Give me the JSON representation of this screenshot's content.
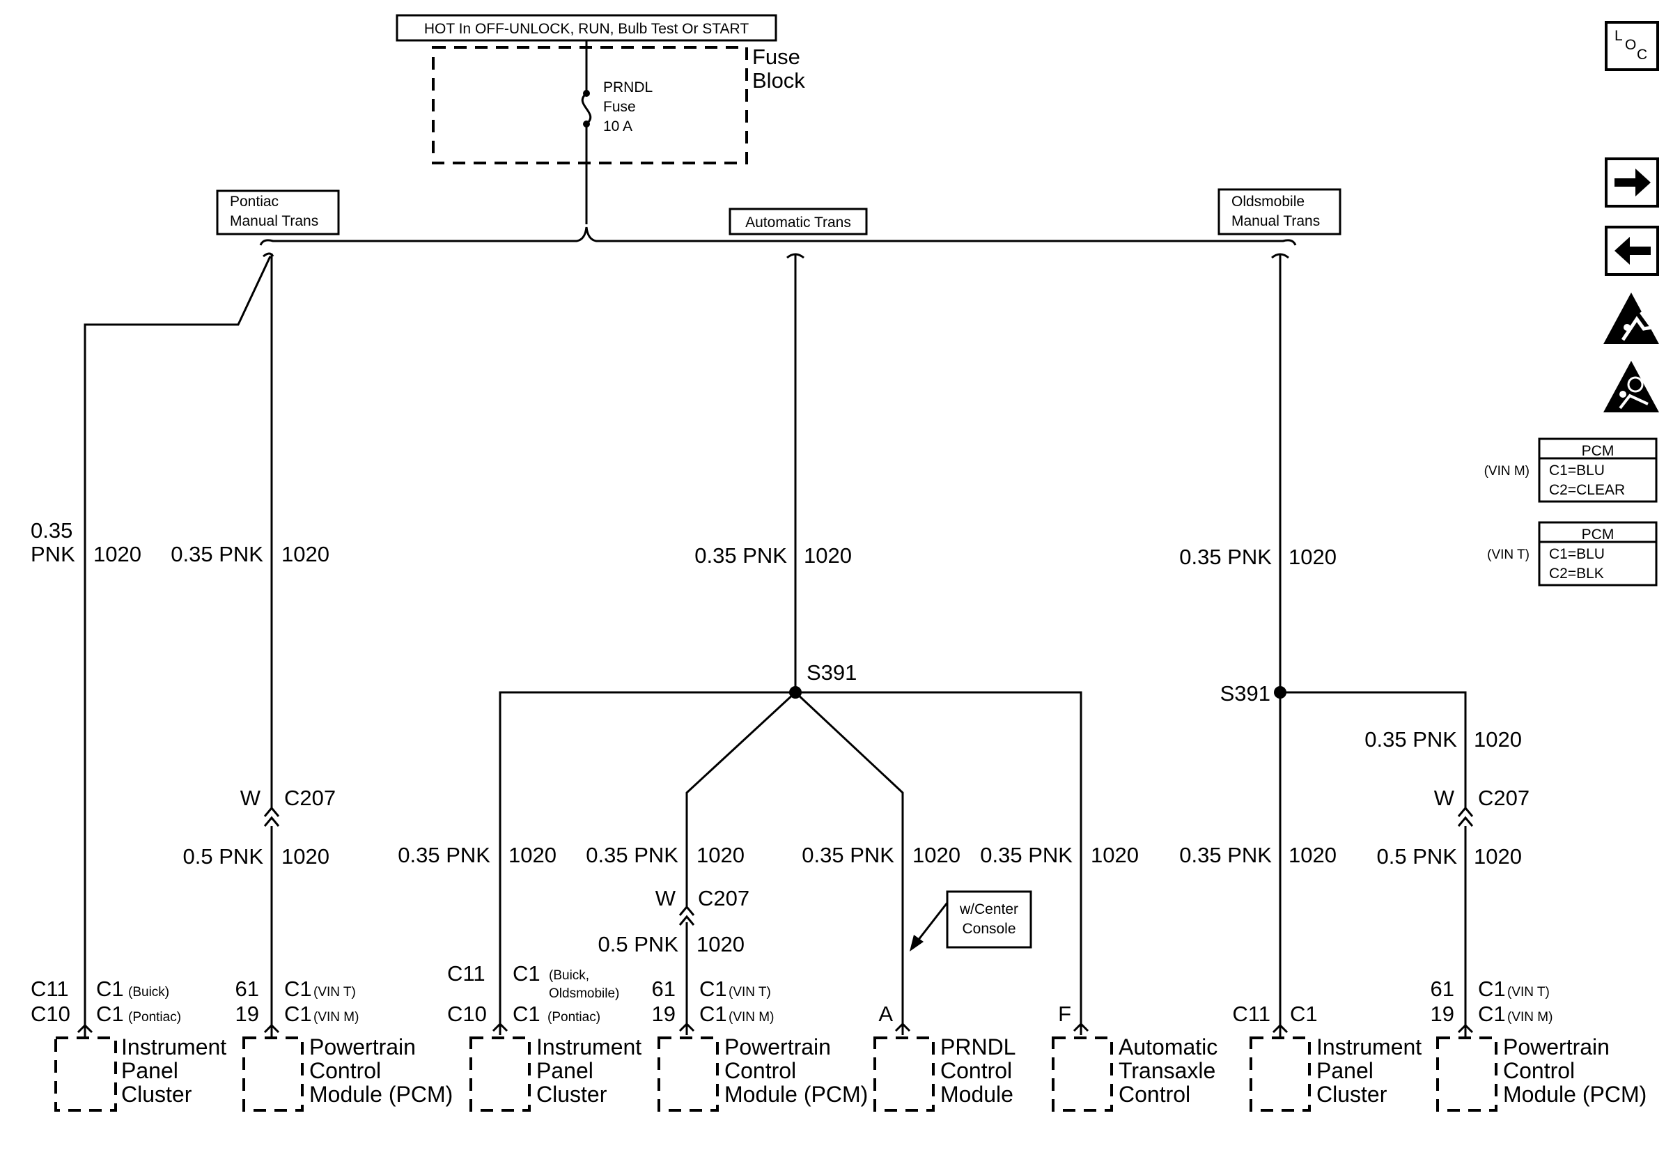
{
  "header": {
    "hot_label": "HOT In OFF-UNLOCK, RUN, Bulb Test Or START",
    "fuse_block_line1": "Fuse",
    "fuse_block_line2": "Block",
    "fuse_name": "PRNDL",
    "fuse_word": "Fuse",
    "fuse_rating": "10 A"
  },
  "options": {
    "pontiac_line1": "Pontiac",
    "pontiac_line2": "Manual Trans",
    "automatic": "Automatic Trans",
    "olds_line1": "Oldsmobile",
    "olds_line2": "Manual Trans"
  },
  "nav": {
    "loc_l": "L",
    "loc_o": "O",
    "loc_c": "C",
    "pcm_table_1": {
      "qualifier": "(VIN M)",
      "header": "PCM",
      "row1": "C1=BLU",
      "row2": "C2=CLEAR"
    },
    "pcm_table_2": {
      "qualifier": "(VIN T)",
      "header": "PCM",
      "row1": "C1=BLU",
      "row2": "C2=BLK"
    }
  },
  "wires": {
    "pnk035": "0.35 PNK",
    "pnk05": "0.5 PNK",
    "num035": "0.35",
    "pnk": "PNK",
    "circuit": "1020",
    "splice": "S391",
    "w": "W",
    "c207": "C207"
  },
  "callout": {
    "line1": "w/Center",
    "line2": "Console"
  },
  "connectors": {
    "c11": "C11",
    "c10": "C10",
    "c1": "C1",
    "buick": "(Buick)",
    "pontiac": "(Pontiac)",
    "buick_comma": "(Buick,",
    "oldsmobile": "Oldsmobile)",
    "vin_t": "(VIN T)",
    "vin_m": "(VIN M)",
    "p61": "61",
    "p19": "19",
    "a": "A",
    "f": "F"
  },
  "components": {
    "ipc": [
      "Instrument",
      "Panel",
      "Cluster"
    ],
    "pcm": [
      "Powertrain",
      "Control",
      "Module (PCM)"
    ],
    "prndl": [
      "PRNDL",
      "Control",
      "Module"
    ],
    "atc": [
      "Automatic",
      "Transaxle",
      "Control"
    ]
  }
}
